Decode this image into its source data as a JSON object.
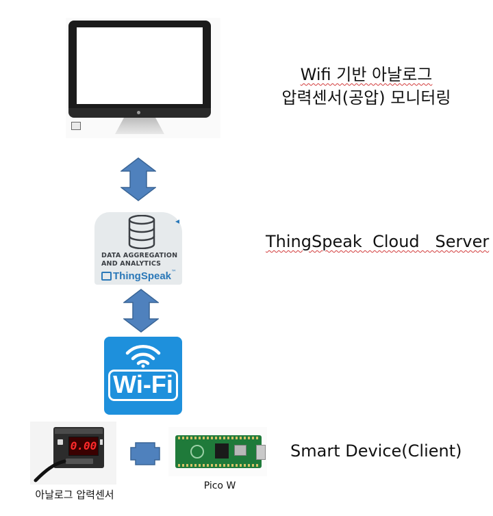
{
  "monitor_caption": {
    "line1": "Wifi 기반 아날로그",
    "line2": "압력센서(공압) 모니터링"
  },
  "cloud": {
    "panel_line1": "DATA AGGREGATION",
    "panel_line2": "AND ANALYTICS",
    "brand": "ThingSpeak",
    "trademark": "™",
    "caption": "ThingSpeak  Cloud   Server"
  },
  "wifi": {
    "badge": "Wi-Fi"
  },
  "sensor": {
    "display": "0.00",
    "label": "아날로그 압력센서"
  },
  "pico": {
    "label": "Pico W"
  },
  "client_caption": "Smart Device(Client)",
  "colors": {
    "arrow": "#4f81bd",
    "arrow_border": "#3a6596",
    "wifi": "#1e90dc",
    "brand": "#2a78b8"
  }
}
